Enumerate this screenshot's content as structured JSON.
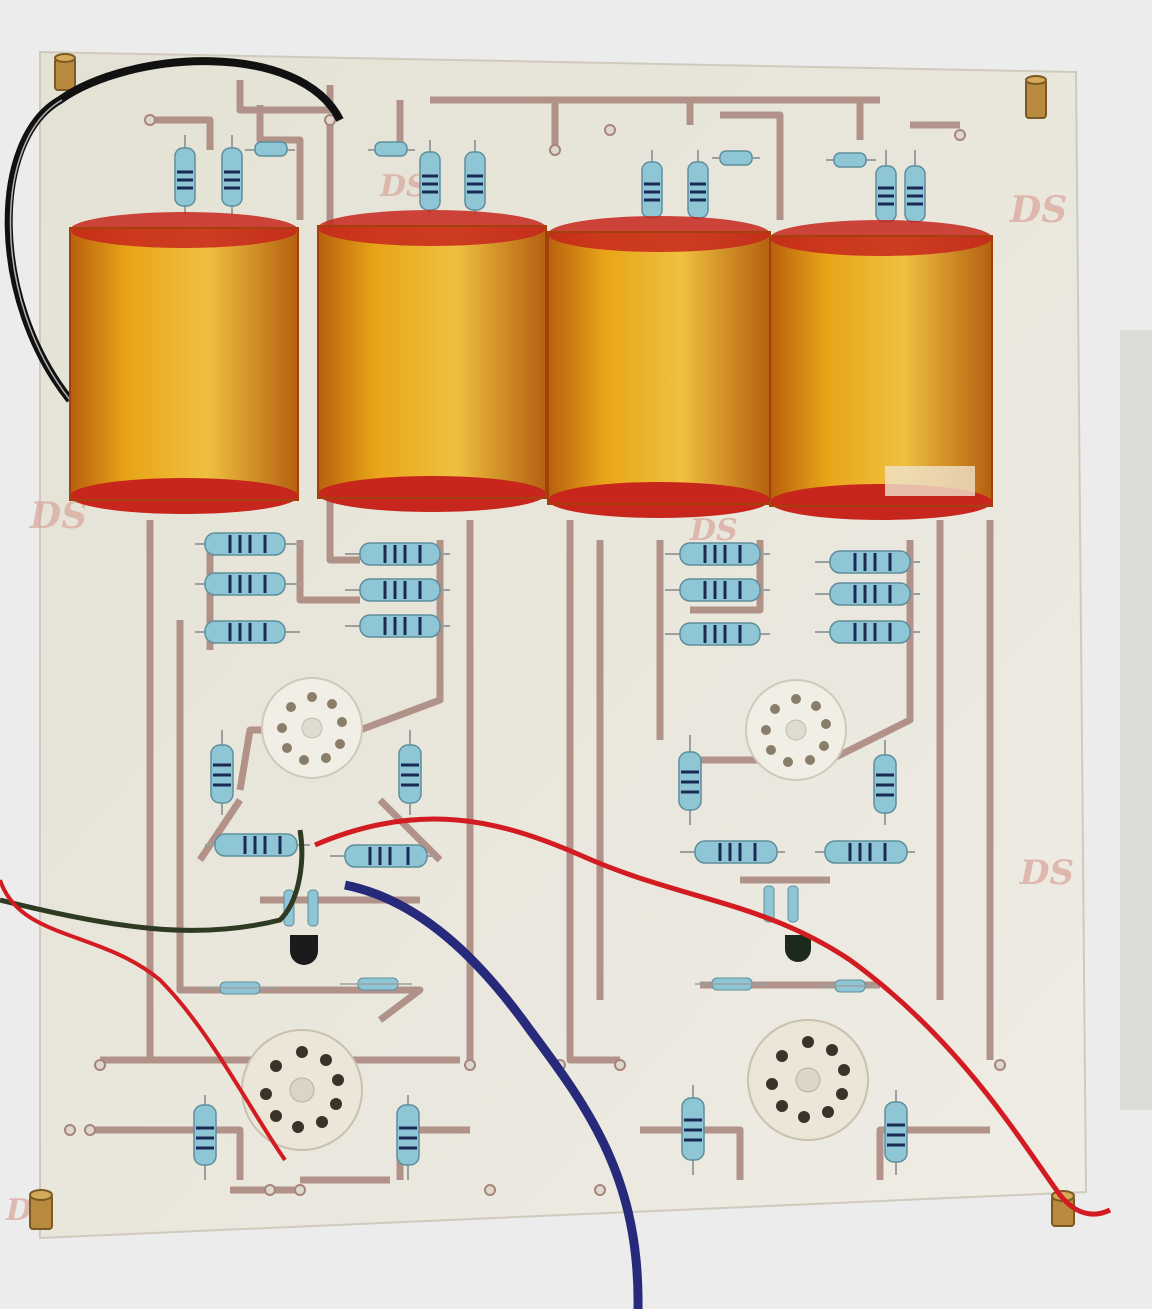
{
  "photo": {
    "subject": "vacuum tube amplifier circuit board",
    "board_marks": {
      "logo_text": "DS"
    },
    "colors": {
      "background": "#ececec",
      "board": "#e9e6dc",
      "trace": "#a8847b",
      "capacitor_foil": "#e8a418",
      "capacitor_end": "#c7261c",
      "resistor_body": "#8fc6d6",
      "socket": "#f1eee6",
      "wire_black": "#111111",
      "wire_red": "#d31b22",
      "wire_blue": "#27297a",
      "wire_green": "#2e3b22",
      "standoff_brass": "#b88a3f"
    },
    "components": {
      "capacitors": 4,
      "tube_sockets": 4,
      "transistors": 2
    }
  }
}
